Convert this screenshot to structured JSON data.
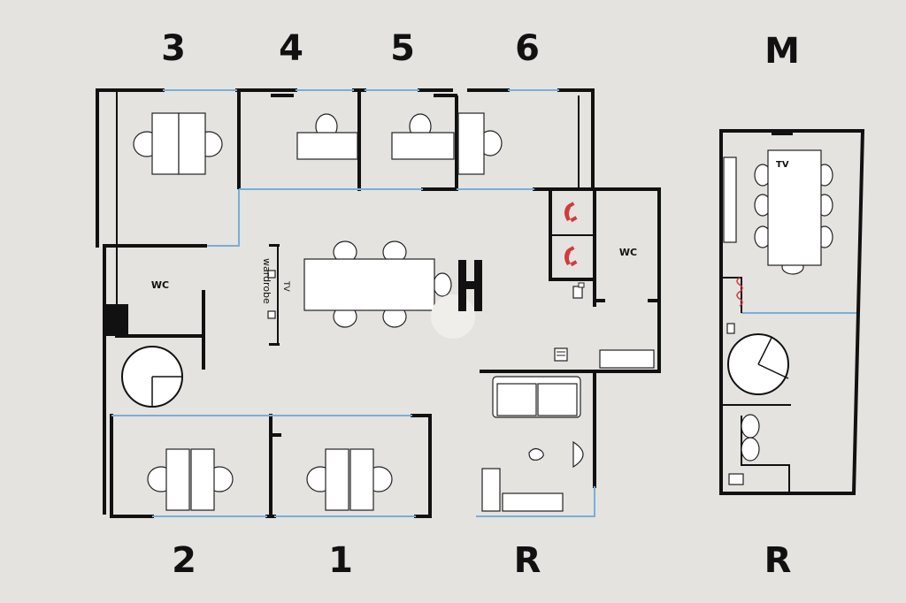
{
  "room_labels": {
    "r3": "3",
    "r4": "4",
    "r5": "5",
    "r6": "6",
    "m": "M",
    "r2": "2",
    "r1": "1",
    "r_main": "R",
    "r_annex": "R"
  },
  "fixtures": {
    "wc_left": "WC",
    "wc_right": "WC",
    "tv": "TV",
    "wardrobe": "wardrobe",
    "tv_small": "TV"
  },
  "colors": {
    "wall": "#111111",
    "window": "#79aed8",
    "phone": "#d23a3a",
    "background": "#e4e3df"
  }
}
